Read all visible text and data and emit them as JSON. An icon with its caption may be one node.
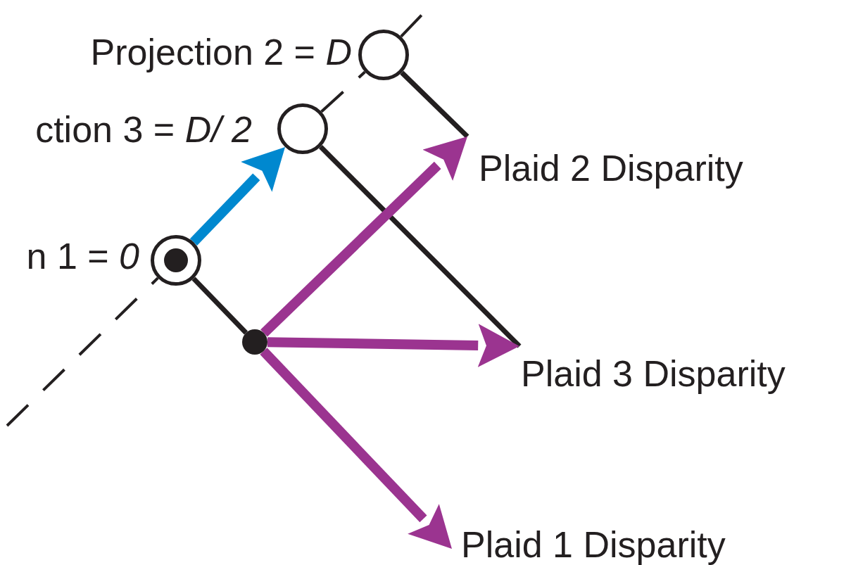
{
  "diagram": {
    "nodes": [
      {
        "text": [],
        "shape": "circle",
        "beside": [
          "Projection 2 = *D*"
        ]
      },
      {
        "text": [],
        "shape": "circle",
        "beside": [
          "ction 3 = *D/ 2*"
        ]
      },
      {
        "text": [],
        "shape": "circle",
        "beside": [
          "n 1 = *0*"
        ]
      },
      {
        "text": [],
        "shape": "circle"
      },
      {
        "text": [
          "Plaid 2 Disparity"
        ]
      },
      {
        "text": [
          "Plaid 3 Disparity"
        ]
      },
      {
        "text": [
          "Plaid 1 Disparity"
        ]
      }
    ],
    "edges": [
      {
        "from": 2,
        "to": 1,
        "arrow": "to",
        "style": "thick",
        "color": "#0088cf"
      },
      {
        "from": 0,
        "to": 4,
        "arrow": "none"
      },
      {
        "from": 1,
        "to": 5,
        "arrow": "none"
      },
      {
        "from": 2,
        "to": 3,
        "arrow": "none"
      },
      {
        "from": 3,
        "to": 4,
        "arrow": "to",
        "style": "thick",
        "color": "#9b3490"
      },
      {
        "from": 3,
        "to": 5,
        "arrow": "to",
        "style": "thick",
        "color": "#9b3490"
      },
      {
        "from": 3,
        "to": 6,
        "arrow": "to",
        "style": "thick",
        "color": "#9b3490"
      },
      {
        "from": null,
        "to": 2,
        "arrow": "none",
        "style": "dashed"
      },
      {
        "from": 1,
        "to": 0,
        "arrow": "none",
        "style": "dashed"
      },
      {
        "from": 0,
        "to": null,
        "arrow": "none",
        "style": "dashed"
      }
    ]
  }
}
